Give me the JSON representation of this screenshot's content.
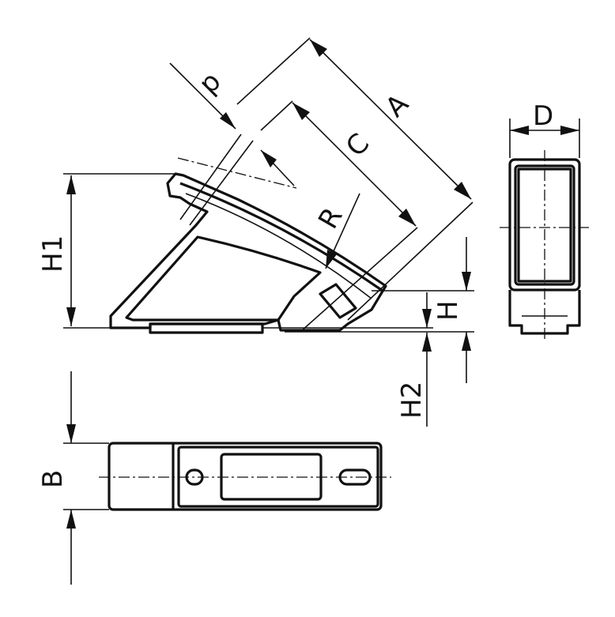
{
  "drawing": {
    "labels": {
      "A": "A",
      "C": "C",
      "d": "d",
      "R": "R",
      "D": "D",
      "H1": "H1",
      "H": "H",
      "H2": "H2",
      "B": "B"
    },
    "line_color": "#111111",
    "background": "#ffffff"
  }
}
